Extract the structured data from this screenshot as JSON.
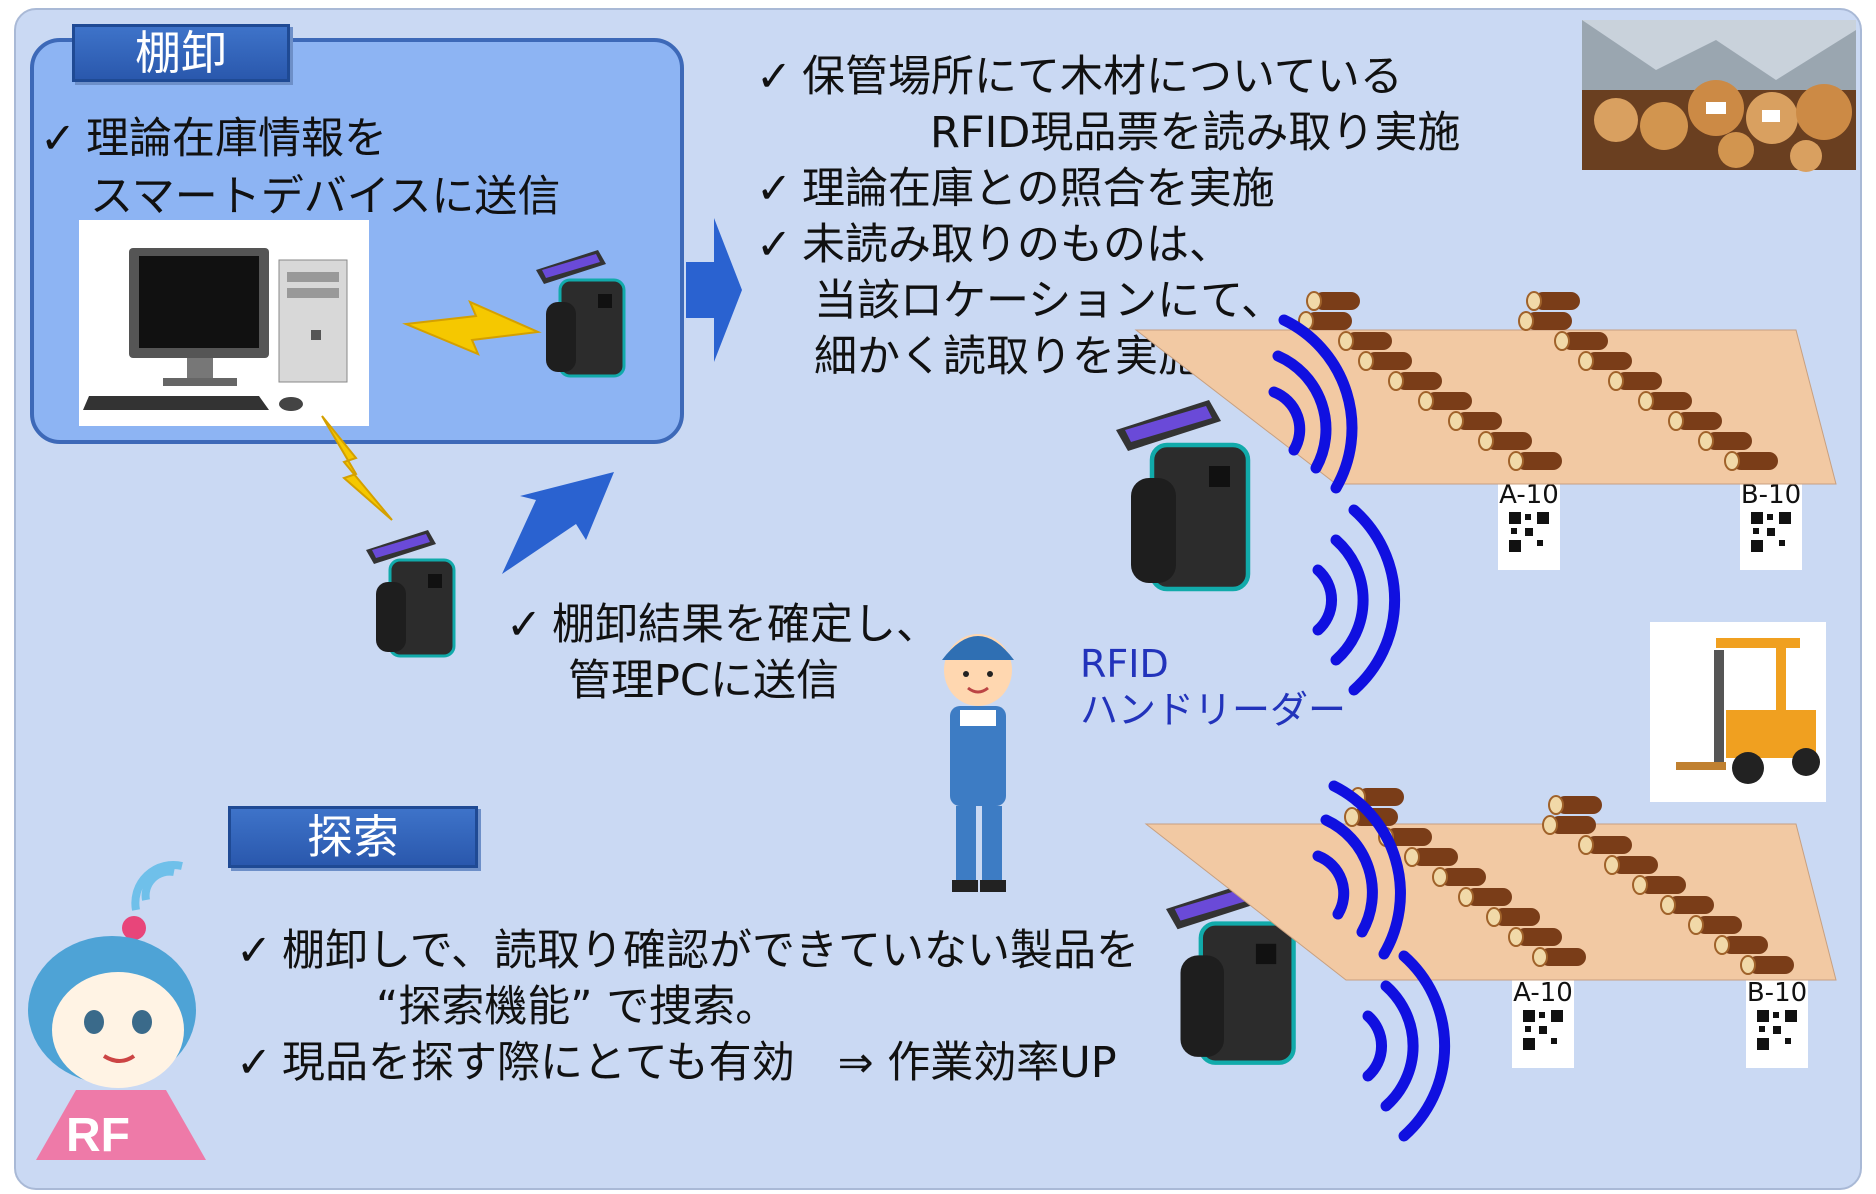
{
  "inventory": {
    "title": "棚卸",
    "items": [
      {
        "line1": "理論在庫情報を",
        "line2": "スマートデバイスに送信"
      }
    ],
    "right_items": [
      {
        "line1": "保管場所にて木材についている",
        "line2": "RFID現品票を読み取り実施"
      },
      {
        "line1": "理論在庫との照合を実施"
      },
      {
        "line1": "未読み取りのものは、",
        "line2": "当該ロケーションにて、",
        "line3": "細かく読取りを実施"
      }
    ],
    "confirm": {
      "line1": "棚卸結果を確定し、",
      "line2": "管理PCに送信"
    }
  },
  "check_mark": "✓",
  "reader_label": {
    "line1": "RFID",
    "line2": "ハンドリーダー"
  },
  "locations": {
    "a": "A-10",
    "b": "B-10"
  },
  "search": {
    "title": "探索",
    "item1_line1": "棚卸しで、読取り確認ができていない製品を",
    "item1_line2": "“探索機能” で捜索。",
    "item2": "現品を探す際にとても有効　⇒ 作業効率UP"
  },
  "mascot_badge": "RF",
  "colors": {
    "panel": "#cad9f3",
    "box": "#8db4f3",
    "header": "#2a58ad",
    "wave": "#1010e0",
    "arrow": "#2a62d0",
    "bolt": "#f5c800",
    "reader_label": "#2233bb"
  }
}
